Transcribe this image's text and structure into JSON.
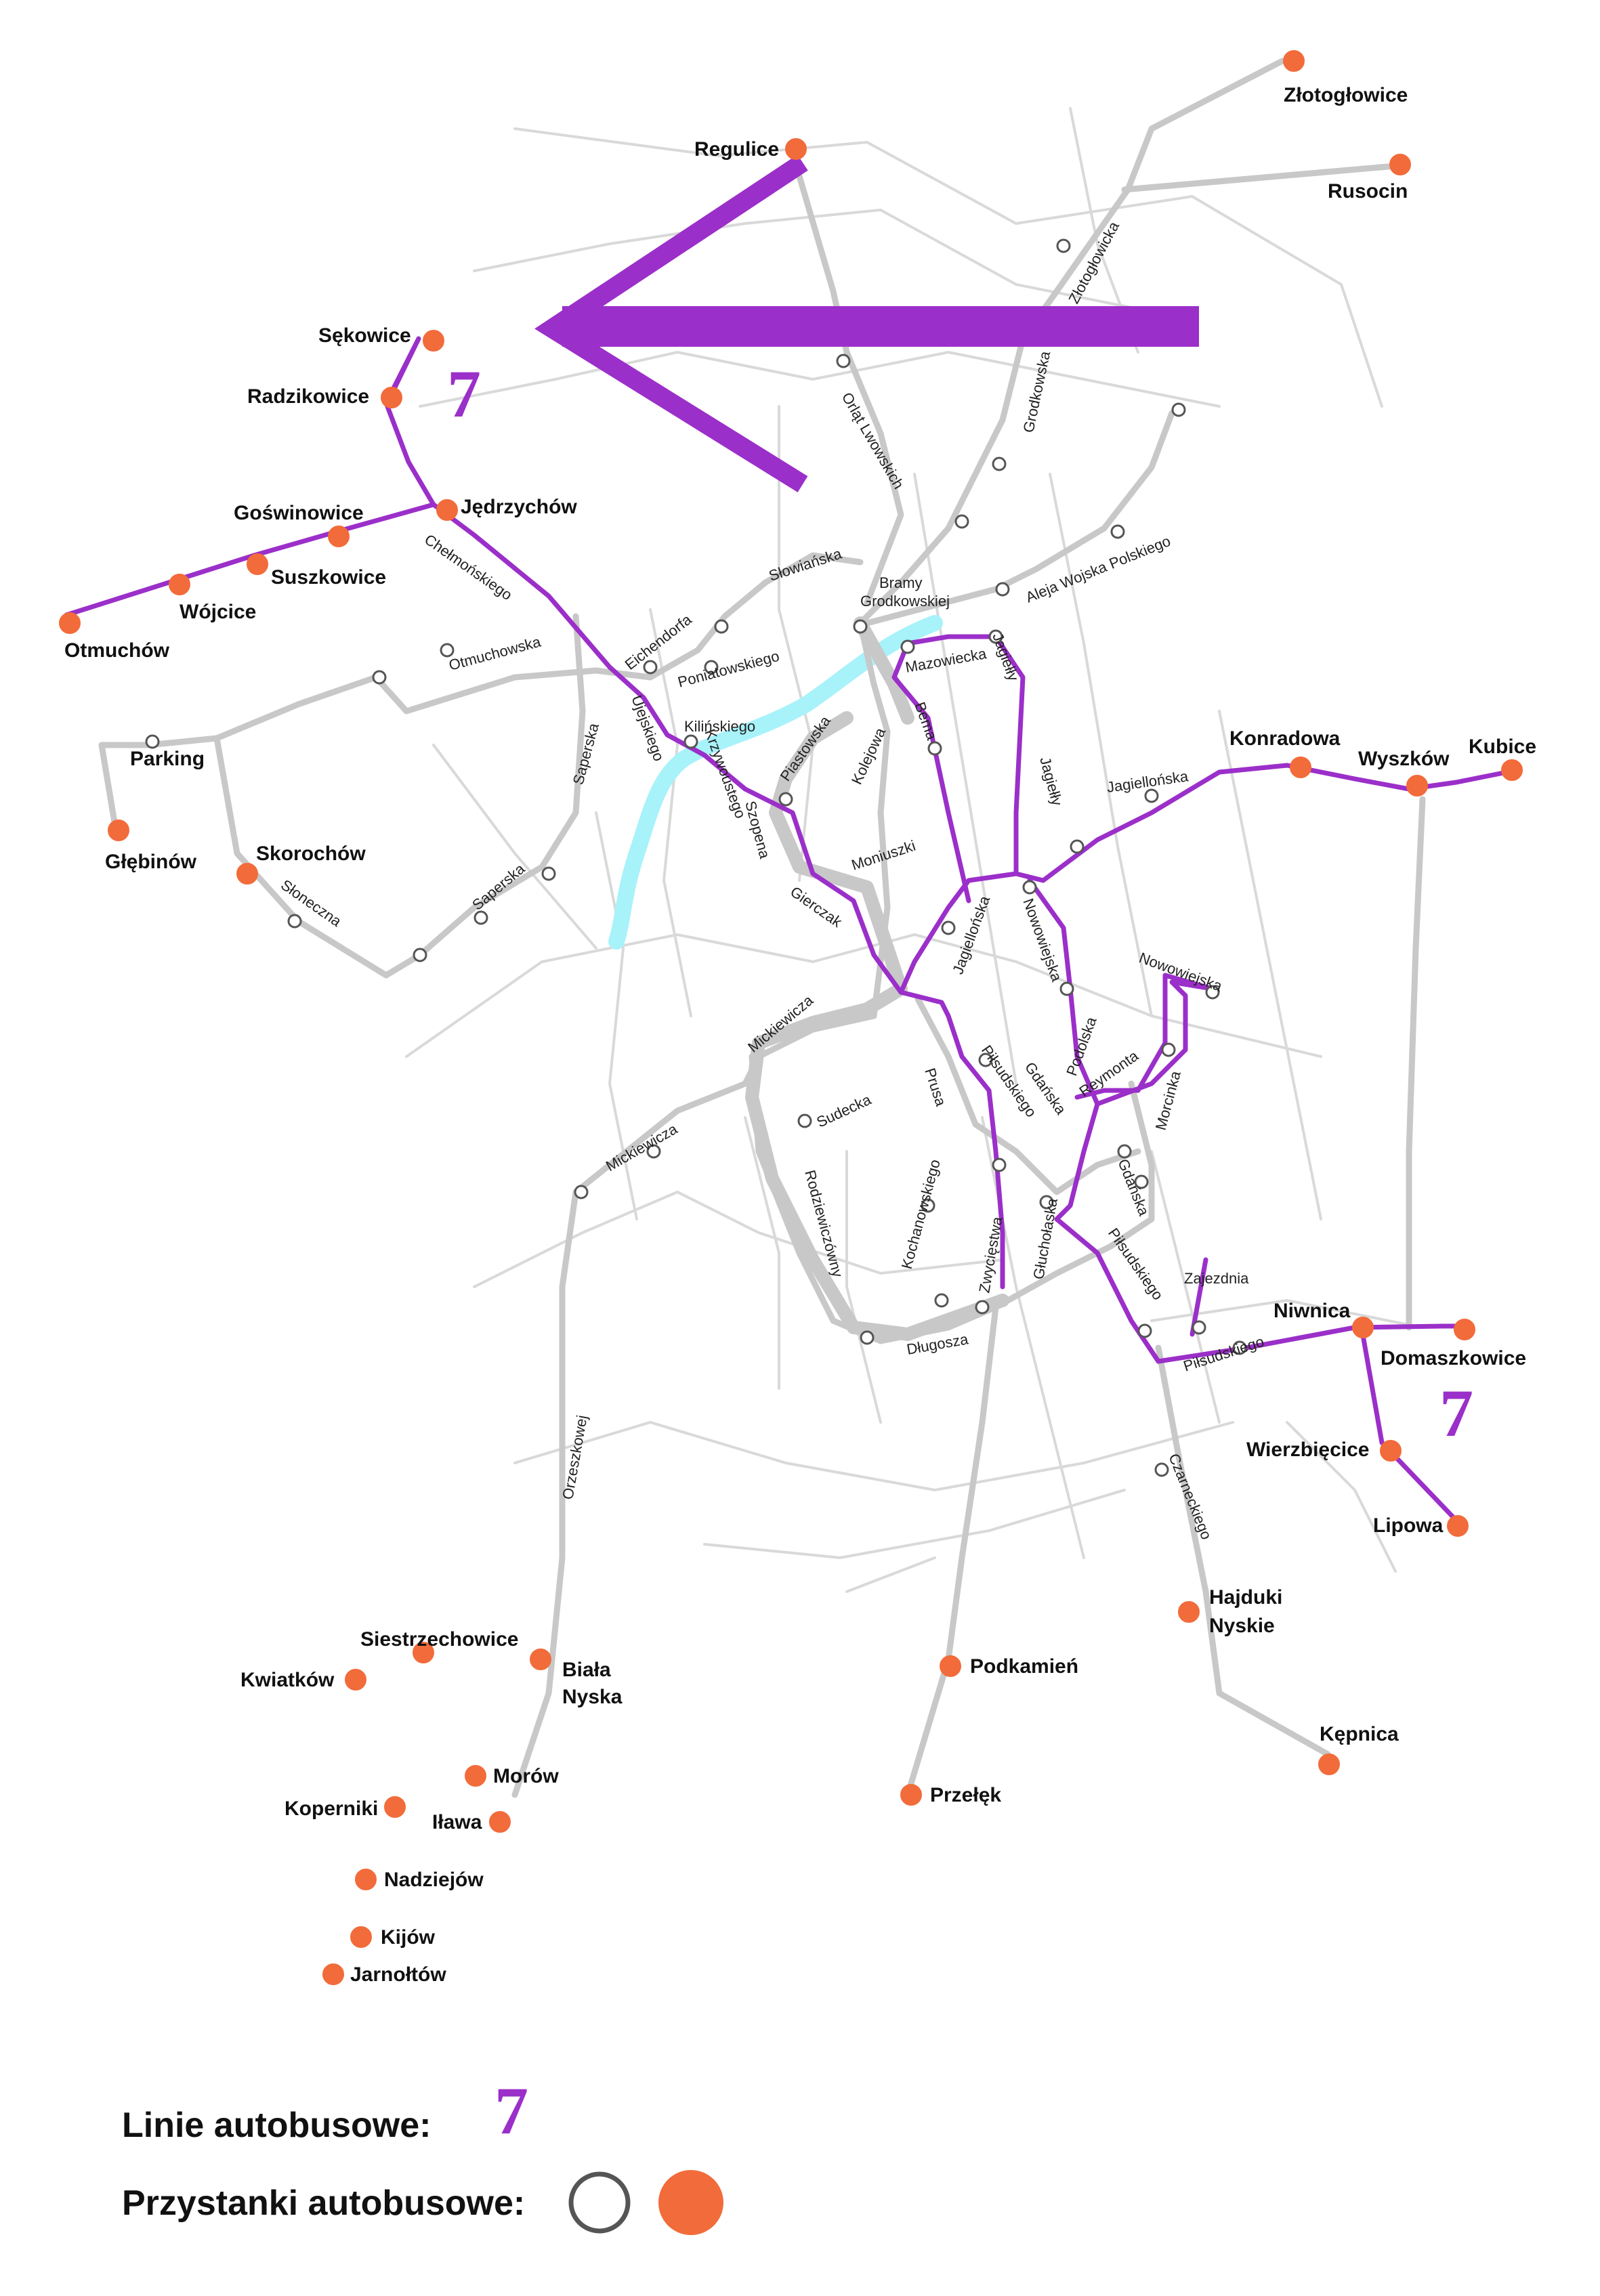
{
  "map": {
    "colors": {
      "route": "#9b2fc9",
      "arrow": "#9b2fc9",
      "terminal_stop": "#f26b3a",
      "intermediate_stop_fill": "#ffffff",
      "intermediate_stop_stroke": "#555555",
      "main_road": "#c8c8c8",
      "minor_road": "#d9d9d9",
      "river": "#a8f2fa"
    },
    "route_numbers": [
      "7",
      "7"
    ],
    "places": [
      "Złotogłowice",
      "Rusocin",
      "Regulice",
      "Sękowice",
      "Radzikowice",
      "Jędrzychów",
      "Goświnowice",
      "Suszkowice",
      "Wójcice",
      "Otmuchów",
      "Parking",
      "Głębinów",
      "Skorochów",
      "Konradowa",
      "Wyszków",
      "Kubice",
      "Niwnica",
      "Domaszkowice",
      "Wierzbięcice",
      "Lipowa",
      "Hajduki",
      "Nyskie",
      "Siestrzechowice",
      "Kwiatków",
      "Biała",
      "Nyska",
      "Morów",
      "Koperniki",
      "Iława",
      "Nadziejów",
      "Kijów",
      "Jarnołtów",
      "Podkamień",
      "Przełęk",
      "Kępnica"
    ],
    "streets": [
      "Złotogłowicka",
      "Grodkowska",
      "Orląt Lwowskich",
      "Słowiańska",
      "Bramy",
      "Grodkowskiej",
      "Aleja Wojska Polskiego",
      "Eichendorfa",
      "Chełmońskiego",
      "Otmuchowska",
      "Poniatowskiego",
      "Mazowiecka",
      "Jagiełły",
      "Kilińskiego",
      "Ujejskiego",
      "Krzywoustego",
      "Piastowska",
      "Kolejowa",
      "Bema",
      "Saperska",
      "Jagiellońska",
      "Szopena",
      "Gierczak",
      "Moniuszki",
      "Słoneczna",
      "Nowowiejska",
      "Mickiewicza",
      "Prusa",
      "Sudecka",
      "Piłsudskiego",
      "Gdańska",
      "Podolska",
      "Reymonta",
      "Morcinka",
      "Rodziewiczówny",
      "Kochanowskiego",
      "Zwycięstwa",
      "Głuchołaska",
      "Zajezdnia",
      "Długosza",
      "Orzeszkowej",
      "Czarneckiego"
    ]
  },
  "legend": {
    "lines_label": "Linie autobusowe:",
    "lines_value": "7",
    "stops_label": "Przystanki autobusowe:"
  }
}
